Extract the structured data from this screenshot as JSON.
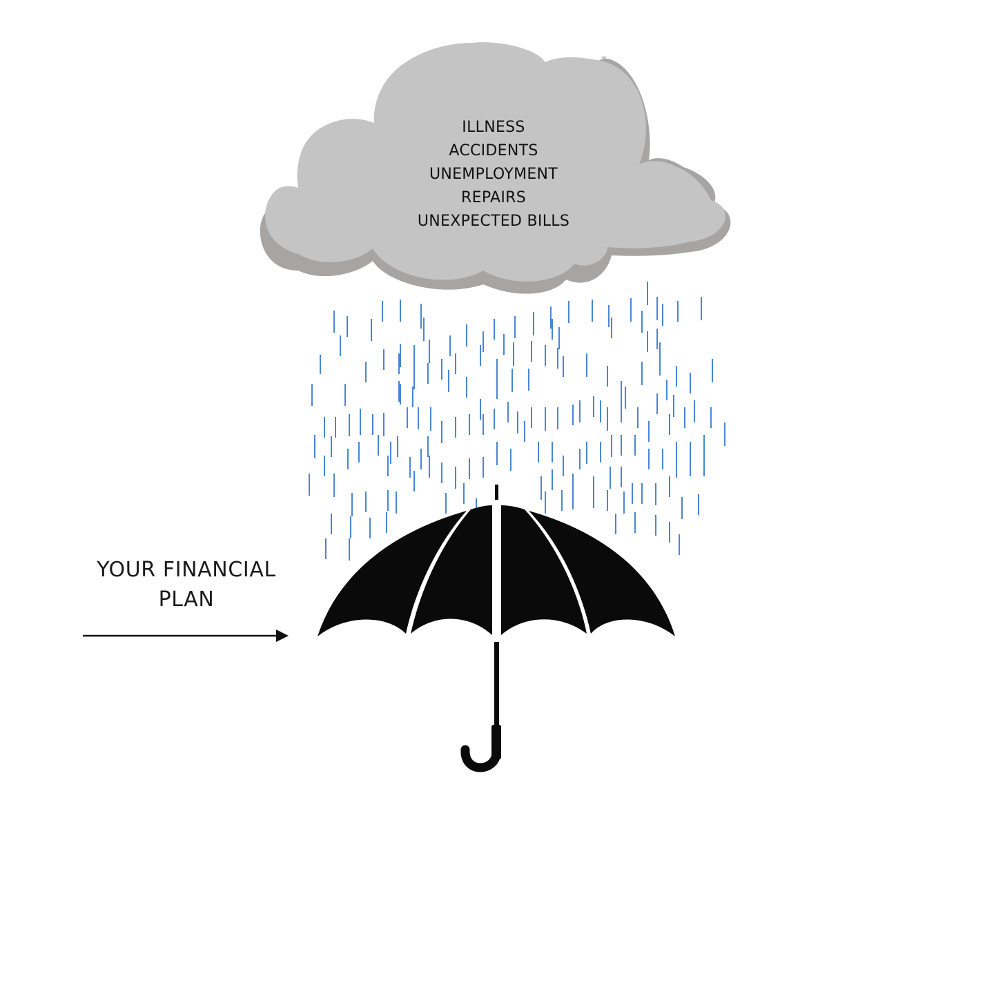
{
  "cloud": {
    "risks": [
      "ILLNESS",
      "ACCIDENTS",
      "UNEMPLOYMENT",
      "REPAIRS",
      "UNEXPECTED BILLS"
    ],
    "colors": {
      "body": "#c4c4c4",
      "shadow": "#a7a4a4"
    }
  },
  "rain": {
    "color": "#4a86d4"
  },
  "umbrella": {
    "color": "#0a0a0a"
  },
  "label": {
    "line1": "YOUR FINANCIAL",
    "line2": "PLAN"
  },
  "arrow": {
    "color": "#111111"
  }
}
